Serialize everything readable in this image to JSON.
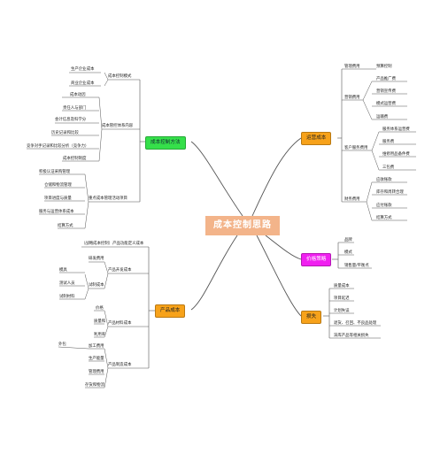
{
  "center": {
    "label": "成本控制思路"
  },
  "branches": {
    "method": {
      "label": "成本控制方法",
      "group_mode": {
        "label": "成本控制模式",
        "items": [
          "生产企业成本",
          "商业企业成本"
        ]
      },
      "group_system": {
        "label": "成本管控体系内容",
        "items": [
          "成本动因",
          "责任人与部门",
          "会计信息及科学分",
          "历史记录和比较",
          "竞争对手记录和比较分析（竞争力）",
          "成本控制制度"
        ]
      },
      "group_key": {
        "label": "重点成本管理活动项目",
        "items": [
          "积极认证采购管理",
          "仓储和物流管理",
          "项目进度与质量",
          "服务与运营体系成本",
          "结算方式"
        ]
      }
    },
    "product": {
      "label": "产品成本",
      "group_define": {
        "label": "（战略成本控制）产品功能定义成本",
        "items": []
      },
      "group_rd": {
        "label": "产品开发成本",
        "items": [
          "研发费用",
          "试制成本"
        ],
        "subitems": [
          "模具",
          "测试人员",
          "试制材料"
        ]
      },
      "group_material": {
        "label": "产品材料成本",
        "items": [
          "价格",
          "质量和",
          "利用率"
        ]
      },
      "group_make": {
        "label": "产品制造成本",
        "items": [
          "加工费用",
          "生产能量",
          "管理费用",
          "存货和物流"
        ],
        "subitems": [
          "外包"
        ]
      }
    },
    "ops": {
      "label": "运营成本",
      "group_admin": {
        "label": "管理费用",
        "items": [
          "预算控制"
        ]
      },
      "group_sales": {
        "label": "营销费用",
        "items": [
          "产品推广费",
          "营销宣传费",
          "模式运营费",
          "运输费"
        ]
      },
      "group_service": {
        "label": "客户服务费用",
        "items": [
          "服务体系运营费",
          "服务费",
          "维修用品备件费",
          "三包费"
        ]
      },
      "group_finance": {
        "label": "财务费用",
        "items": [
          "应收账款",
          "库存和周转合理",
          "应付账款",
          "结算方式"
        ]
      }
    },
    "price": {
      "label": "价格策略",
      "items": [
        "品牌",
        "模式",
        "销售量/平衡点"
      ]
    },
    "loss": {
      "label": "损失",
      "items": [
        "质量成本",
        "项目延迟",
        "计划失误",
        "退货、召回、不良品处理",
        "滞库产品等相关损失"
      ]
    }
  },
  "colors": {
    "green": "#35e04a",
    "orange": "#f7a21a",
    "magenta": "#f020f0",
    "center": "#f3b48a",
    "line": "#555555"
  }
}
